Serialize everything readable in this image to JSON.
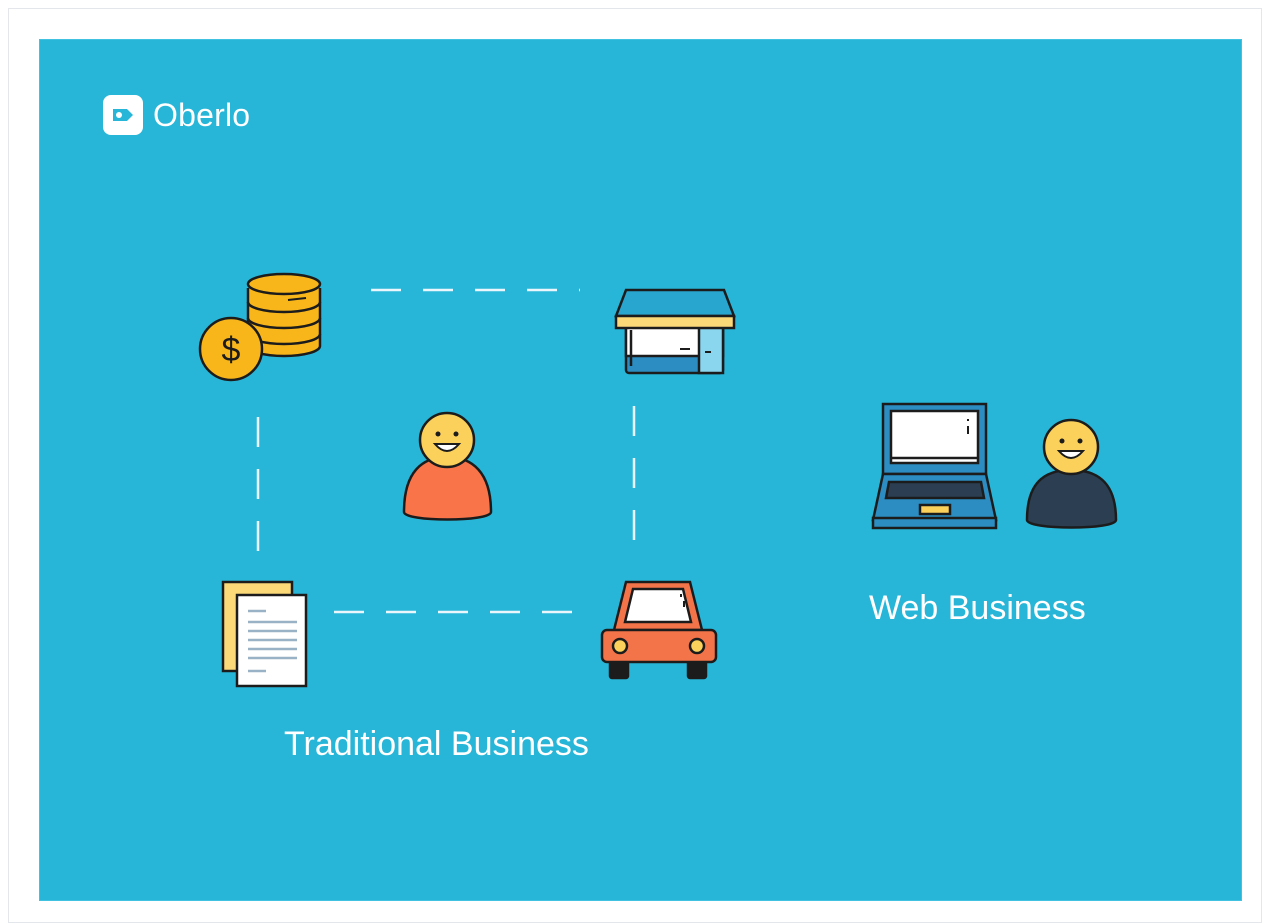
{
  "brand": {
    "name": "Oberlo",
    "logo_icon": "tag-icon",
    "colors": {
      "background": "#28b6d8",
      "coin": "#f8b61b",
      "store": "#2b8dc2",
      "person_traditional": "#f97549",
      "person_web": "#2b3e52",
      "face": "#fbd05b",
      "car": "#f47449",
      "documents": "#fbd979",
      "laptop": "#2b8dc2"
    }
  },
  "diagram": {
    "traditional": {
      "label": "Traditional Business",
      "icons": [
        "coins-icon",
        "dollar-coin-icon",
        "storefront-icon",
        "person-icon",
        "documents-icon",
        "delivery-car-icon"
      ]
    },
    "web": {
      "label": "Web Business",
      "icons": [
        "laptop-icon",
        "person-icon"
      ]
    }
  }
}
